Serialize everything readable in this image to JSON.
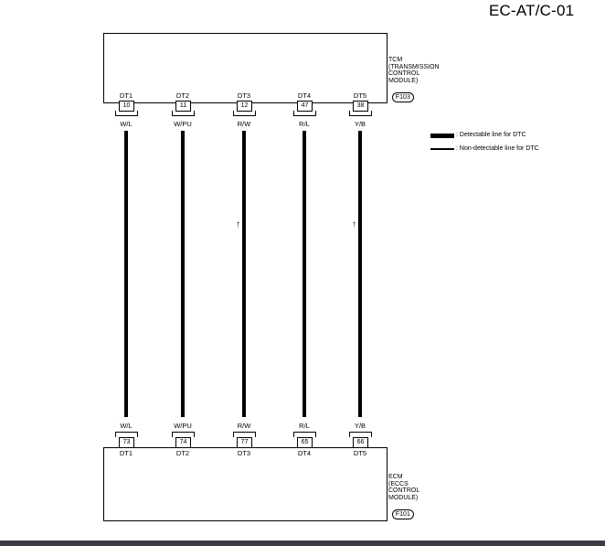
{
  "page_code": "EC-AT/C-01",
  "tcm": {
    "label_lines": "TCM\n(TRANSMISSION\nCONTROL\nMODULE)",
    "connector": "F103"
  },
  "ecm": {
    "label_lines": "ECM\n(ECCS\nCONTROL\nMODULE)",
    "connector": "F101"
  },
  "legend": {
    "detectable": ": Detectable line for DTC",
    "non_detectable": ": Non-detectable line for DTC"
  },
  "circuits": [
    {
      "tcm_pin": "DT1",
      "tcm_terminal": "10",
      "wire": "W/L",
      "ecm_terminal": "73",
      "ecm_pin": "DT1",
      "arrow": false
    },
    {
      "tcm_pin": "DT2",
      "tcm_terminal": "11",
      "wire": "W/PU",
      "ecm_terminal": "74",
      "ecm_pin": "DT2",
      "arrow": false
    },
    {
      "tcm_pin": "DT3",
      "tcm_terminal": "12",
      "wire": "R/W",
      "ecm_terminal": "77",
      "ecm_pin": "DT3",
      "arrow": true
    },
    {
      "tcm_pin": "DT4",
      "tcm_terminal": "47",
      "wire": "R/L",
      "ecm_terminal": "65",
      "ecm_pin": "DT4",
      "arrow": false
    },
    {
      "tcm_pin": "DT5",
      "tcm_terminal": "38",
      "wire": "Y/B",
      "ecm_terminal": "66",
      "ecm_pin": "DT5",
      "arrow": true
    }
  ]
}
